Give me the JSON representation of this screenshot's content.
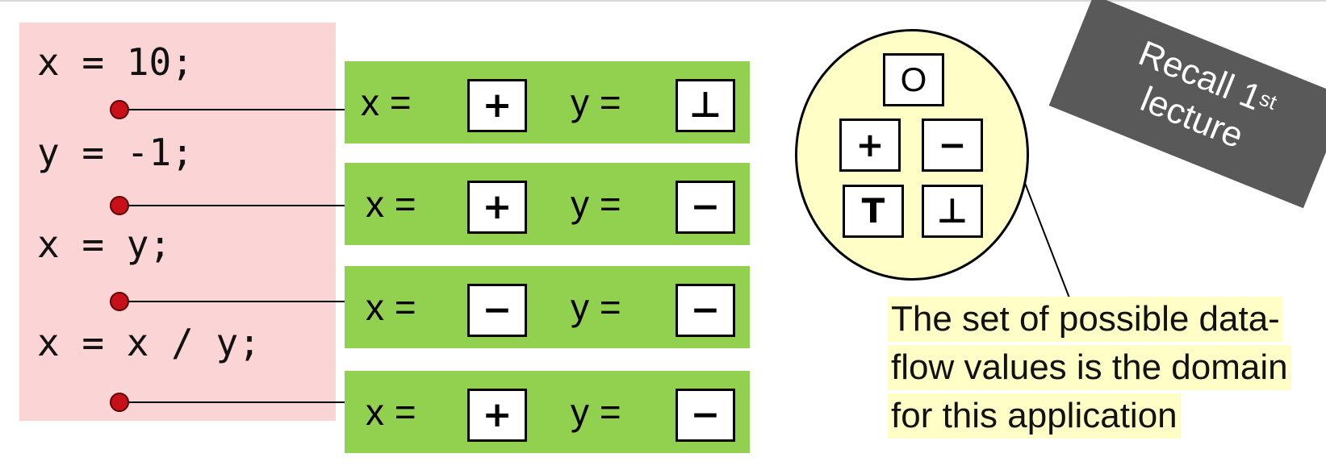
{
  "code": {
    "lines": [
      "x = 10;",
      "y = -1;",
      "x = y;",
      "x = x / y;"
    ]
  },
  "states": [
    {
      "x_label": "x =",
      "x_value": "+",
      "y_label": "y =",
      "y_value": "⊥"
    },
    {
      "x_label": "x =",
      "x_value": "+",
      "y_label": "y =",
      "y_value": "−"
    },
    {
      "x_label": "x =",
      "x_value": "−",
      "y_label": "y =",
      "y_value": "−"
    },
    {
      "x_label": "x =",
      "x_value": "+",
      "y_label": "y =",
      "y_value": "−"
    }
  ],
  "lattice": {
    "top": "O",
    "plus": "+",
    "minus": "−",
    "top_elem": "T",
    "bottom": "⊥"
  },
  "recall": {
    "line1": "Recall 1",
    "sup": "st",
    "line2": "lecture"
  },
  "caption": {
    "lines": [
      "The set of possible data-",
      "flow values is the domain",
      "for this application"
    ]
  },
  "colors": {
    "code_bg": "#fbd5d5",
    "state_bg": "#92d050",
    "lattice_bg": "#fffec7",
    "dot": "#c8101a",
    "recall_bg": "#595959"
  }
}
